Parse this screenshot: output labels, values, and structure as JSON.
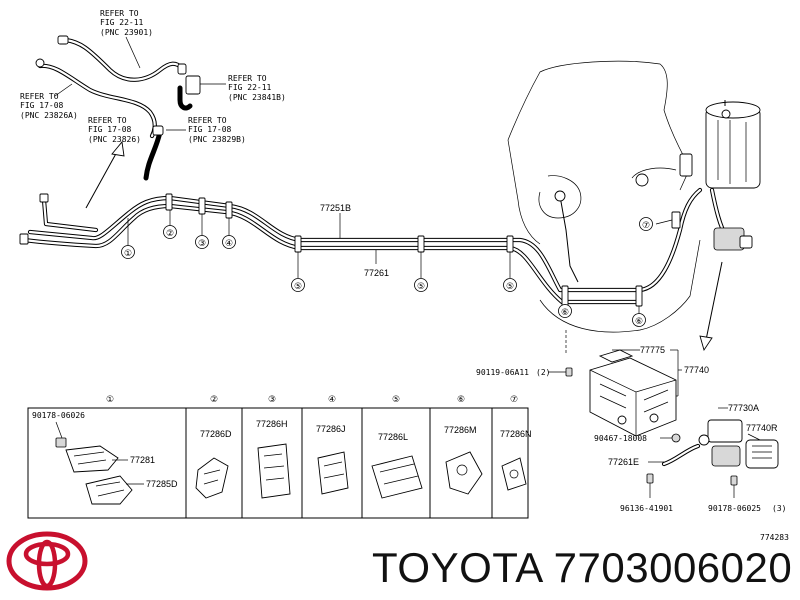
{
  "refs": {
    "ref_23901": [
      "REFER TO",
      "FIG 22-11",
      "(PNC 23901)"
    ],
    "ref_23826a": [
      "REFER TO",
      "FIG 17-08",
      "(PNC 23826A)"
    ],
    "ref_23841b": [
      "REFER TO",
      "FIG 22-11",
      "(PNC 23841B)"
    ],
    "ref_23826": [
      "REFER TO",
      "FIG 17-08",
      "(PNC 23826)"
    ],
    "ref_23829b": [
      "REFER TO",
      "FIG 17-08",
      "(PNC 23829B)"
    ]
  },
  "labels": {
    "p77251b": "77251B",
    "p77261": "77261",
    "p77775": "77775",
    "p77740": "77740",
    "p90119": "90119-06A11",
    "p90119_qty": "(2)",
    "p77730a": "77730A",
    "p77740r": "77740R",
    "p90467": "90467-18008",
    "p77261e": "77261E",
    "p96136": "96136-41901",
    "p90178b": "90178-06025",
    "p90178b_qty": "(3)",
    "diagram_id": "774283"
  },
  "callouts": [
    "①",
    "②",
    "③",
    "④",
    "⑤",
    "⑥",
    "⑦"
  ],
  "table": {
    "headers": [
      "①",
      "②",
      "③",
      "④",
      "⑤",
      "⑥",
      "⑦"
    ],
    "cell1": {
      "p90178": "90178-06026",
      "p77281": "77281",
      "p77285d": "77285D"
    },
    "cells": [
      "77286D",
      "77286H",
      "77286J",
      "77286L",
      "77286M",
      "77286N"
    ]
  },
  "brand": {
    "name": "TOYOTA",
    "part_number": "7703006020",
    "logo_icon": "toyota-logo-icon",
    "logo_color": "#c8102e"
  }
}
